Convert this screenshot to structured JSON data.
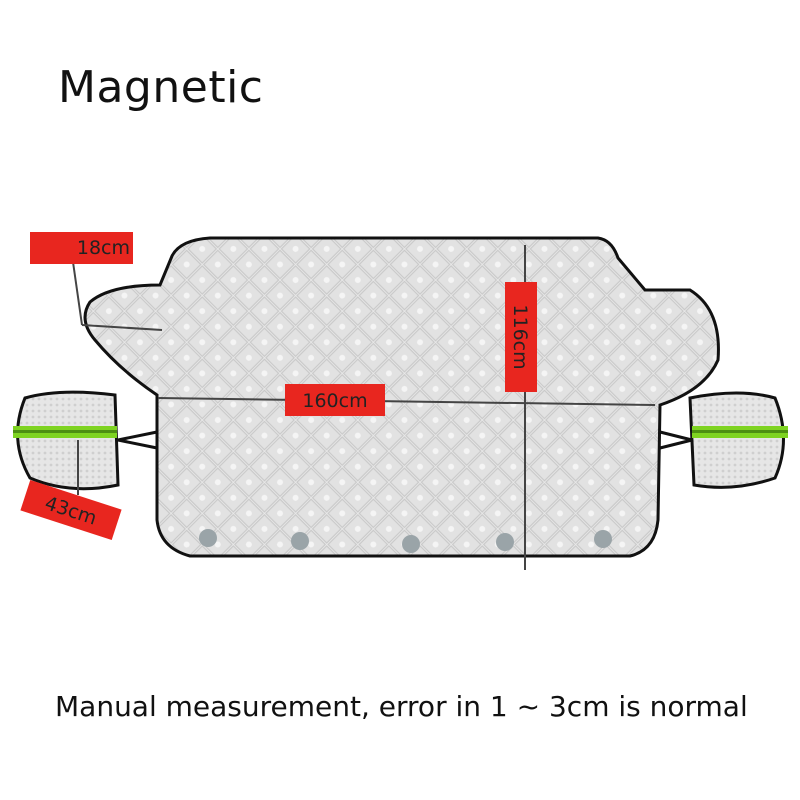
{
  "title": "Magnetic",
  "note": "Manual measurement, error in 1 ~ 3cm is normal",
  "dimensions": {
    "flap_width": "18cm",
    "total_width": "160cm",
    "height": "116cm",
    "mirror_cover": "43cm"
  },
  "colors": {
    "label_red": "#e8261f",
    "reflective_stripe": "#7ed321",
    "cover_outline": "#111111",
    "cover_fill": "#e9e9e9",
    "magnet": "#9aa4a8"
  },
  "magnet_count": 5
}
